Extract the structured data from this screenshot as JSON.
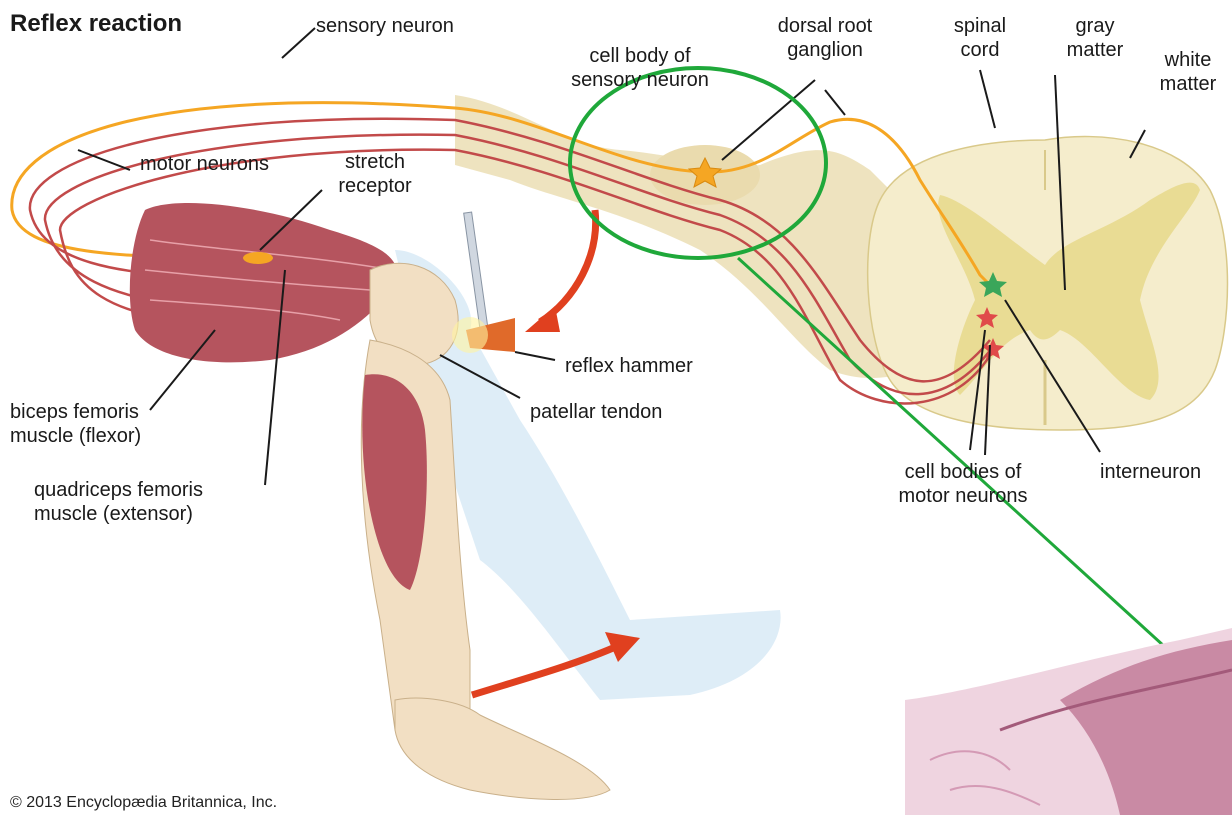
{
  "title": "Reflex reaction",
  "labels": {
    "sensory_neuron": "sensory neuron",
    "dorsal_root_ganglion_line1": "dorsal root",
    "dorsal_root_ganglion_line2": "ganglion",
    "spinal_cord_line1": "spinal",
    "spinal_cord_line2": "cord",
    "gray_matter_line1": "gray",
    "gray_matter_line2": "matter",
    "white_matter_line1": "white",
    "white_matter_line2": "matter",
    "cell_body_sensory_line1": "cell body of",
    "cell_body_sensory_line2": "sensory neuron",
    "motor_neurons": "motor neurons",
    "stretch_receptor_line1": "stretch",
    "stretch_receptor_line2": "receptor",
    "reflex_hammer": "reflex hammer",
    "patellar_tendon": "patellar tendon",
    "biceps_line1": "biceps femoris",
    "biceps_line2": "muscle (flexor)",
    "quadriceps_line1": "quadriceps femoris",
    "quadriceps_line2": "muscle (extensor)",
    "cell_bodies_motor_line1": "cell bodies of",
    "cell_bodies_motor_line2": "motor neurons",
    "interneuron": "interneuron"
  },
  "copyright": "© 2013 Encyclopædia Britannica, Inc.",
  "colors": {
    "sensory": "#f5a623",
    "motor": "#c24a4a",
    "nerve_bundle": "#ece0b8",
    "spinal_white": "#f5edcc",
    "spinal_gray": "#e8d98e",
    "muscle": "#b5545e",
    "bone": "#f2dfc3",
    "arrow": "#e0401f",
    "highlight": "#1fa83a",
    "interneuron": "#3aa65a",
    "leg_shadow": "#d6e8f5"
  }
}
